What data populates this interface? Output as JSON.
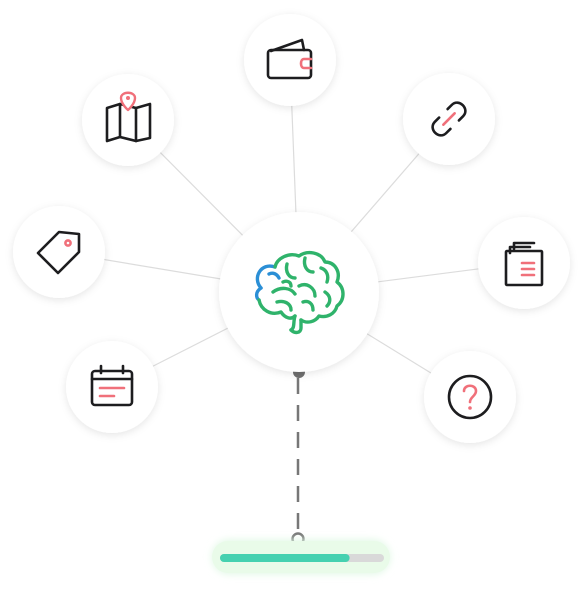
{
  "colors": {
    "ink": "#1d1d1f",
    "accent_red": "#f0707a",
    "brain_green": "#2fb36b",
    "brain_blue": "#2b8fd6",
    "spoke": "#dcdcdc",
    "connector": "#777777",
    "progress_fill": "#45d1b0",
    "progress_track": "#d9d9d9",
    "progress_glow": "#dff8e4"
  },
  "hub": {
    "icon": "brain-icon"
  },
  "nodes": [
    {
      "key": "wallet",
      "icon": "wallet-icon"
    },
    {
      "key": "link",
      "icon": "link-icon"
    },
    {
      "key": "copy",
      "icon": "copy-documents-icon"
    },
    {
      "key": "help",
      "icon": "question-mark-icon"
    },
    {
      "key": "calendar",
      "icon": "calendar-icon"
    },
    {
      "key": "tag",
      "icon": "price-tag-icon"
    },
    {
      "key": "map",
      "icon": "map-pin-icon"
    }
  ],
  "progress": {
    "value": 0.79
  }
}
